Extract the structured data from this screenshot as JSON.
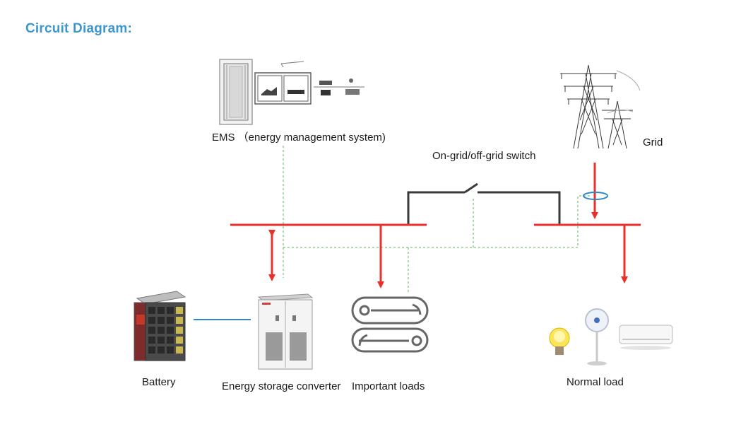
{
  "title": "Circuit Diagram:",
  "labels": {
    "ems": "EMS （energy management system)",
    "switch": "On-grid/off-grid switch",
    "grid": "Grid",
    "battery": "Battery",
    "converter": "Energy storage converter",
    "important_loads": "Important loads",
    "normal_load": "Normal load"
  },
  "colors": {
    "title": "#3d97cf",
    "power_line": "#e8312b",
    "switch_line": "#3a3a3a",
    "signal_line": "#55b55a",
    "battery_link": "#2f86c8"
  },
  "icons": [
    "server-rack-icon",
    "monitor-icon",
    "transmission-tower-icon",
    "battery-cabinet-icon",
    "converter-cabinet-icon",
    "load-slot-icon",
    "light-bulb-icon",
    "fan-icon",
    "air-conditioner-icon"
  ]
}
